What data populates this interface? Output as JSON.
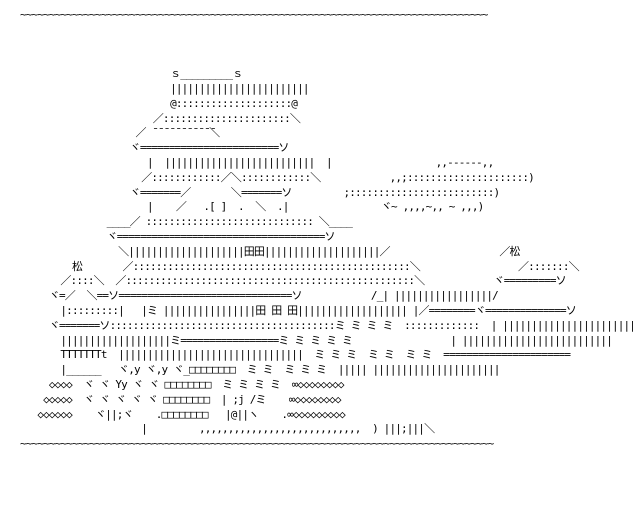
{
  "art": {
    "lines": [
      "~~~~~~~~~~~~~~~~~~~~~~~~~~~~~~~~~~~~~~~~~~~~~~~~~~~~~~~~~~~~~~~~~~~~~~~~~~~~~~~~~",
      "",
      "",
      "",
      "                          ｓ_________ｓ",
      "                          ||||||||||||||||||||||||",
      "                          @::::::::::::::::::::@",
      "                       ／::::::::::::::::::::::＼",
      "                    ／ ̄ ̄ ̄ ̄ ̄ ̄ ̄ ̄ ̄ ̄ ̄＼",
      "                   ヾ========================ソ",
      "                      |  ||||||||||||||||||||||||||  |                  ,,-‐‐‐‐-,,",
      "                     ／::::::::::::／＼::::::::::::＼            ,,;:::::::::::::::::::::)",
      "                   ヾ=======／       ＼=======ソ         ;:::::::::::::::::::::::::)",
      "                      |    ／   .[ ]  .  ＼  .|                ヾ~ ,,,,~,, ~ ,,,)",
      "               ____／ ::::::::::::::::::::::::::::: ＼____",
      "               ヾ====================================ソ",
      "                 ＼||||||||||||||||||||田田||||||||||||||||||||／                   ／松",
      "         松       ／::::::::::::::::::::::::::::::::::::::::::::::::＼                 ／:::::::＼",
      "       ／::::＼  ／::::::::::::::::::::::::::::::::::::::::::::::::::＼            ヾ=========ソ",
      "     ヾ=／  ＼==ソ==============================ソ            /_| |||||||||||||||||/",
      "       |:::::::::|   |ミ ||||||||||||||||田 田 田||||||||||||||||||| |／========ヾ==============ソ",
      "     ヾ=======ソ:::::::::::::::::::::::::::::::::::::::ミ ミ ミ ミ  :::::::::::::  | ||||||||||||||||||||||||||",
      "       |||||||||||||||||||ミ=================ミ ミ ミ ミ ミ                 | ||||||||||||||||||||||||||",
      "       TTTTTTTt  ||||||||||||||||||||||||||||||||  ミ ミ ミ  ミ ミ  ミ ミ  ======================",
      "       |______   ヾ,y ヾ,y ヾ_□□□□□□□□  ミ ミ  ミ ミ ミ  ||||| ||||||||||||||||||||||",
      "     ◇◇◇◇  ヾ ヾ Yy ヾ ヾ □□□□□□□□  ミ ミ ミ ミ  ∞◇◇◇◇◇◇◇◇",
      "    ◇◇◇◇◇  ヾ ヾ ヾ ヾ ヾ □□□□□□□□  | ;j /ミ    ∞◇◇◇◇◇◇◇◇",
      "   ◇◇◇◇◇◇    ヾ||;ヾ    .□□□□□□□□   |@||ヽ    .∞◇◇◇◇◇◇◇◇◇",
      "                     |         ,,,,,,,,,,,,,,,,,,,,,,,,,,,,  ) |||;|||＼",
      "~~~~~~~~~~~~~~~~~~~~~~~~~~~~~~~~~~~~~~~~~~~~~~~~~~~~~~~~~~~~~~~~~~~~~~~~~~~~~~~~~~"
    ]
  }
}
